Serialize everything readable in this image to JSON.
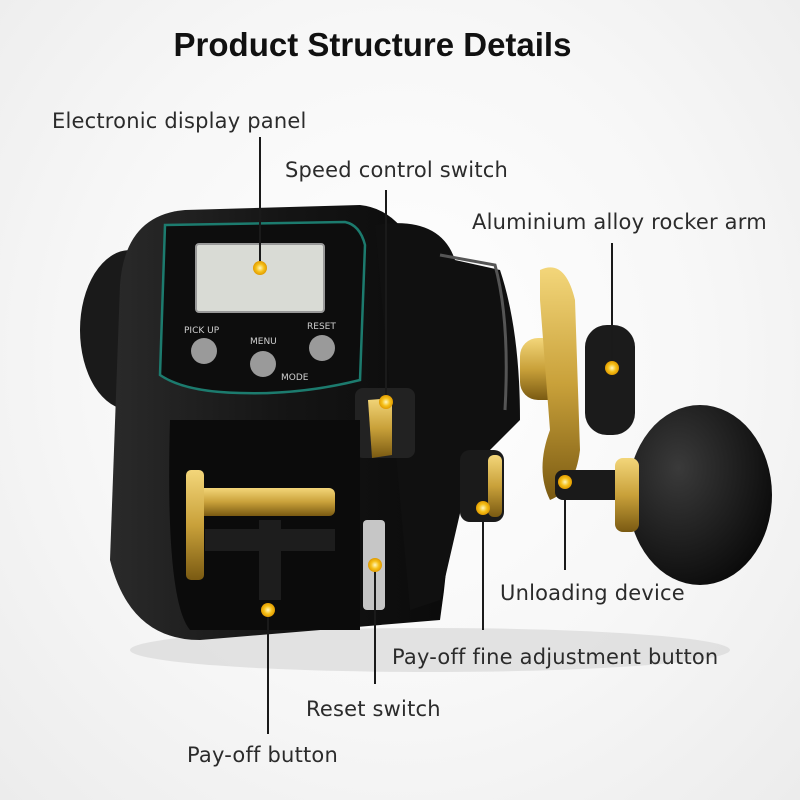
{
  "title": "Product Structure Details",
  "panel": {
    "left_button": "PICK UP",
    "center_button": "MENU",
    "right_button": "RESET",
    "bottom_label": "MODE"
  },
  "labels": {
    "display_panel": "Electronic display panel",
    "speed_switch": "Speed control switch",
    "rocker_arm": "Aluminium alloy rocker arm",
    "unloading": "Unloading device",
    "fine_adjust": "Pay-off fine adjustment button",
    "reset_switch": "Reset switch",
    "payoff_button": "Pay-off button"
  },
  "colors": {
    "marker": "#f6c11a",
    "body": "#151515",
    "gold": "#c9a13a",
    "panel_trim": "#1c7b6e"
  }
}
